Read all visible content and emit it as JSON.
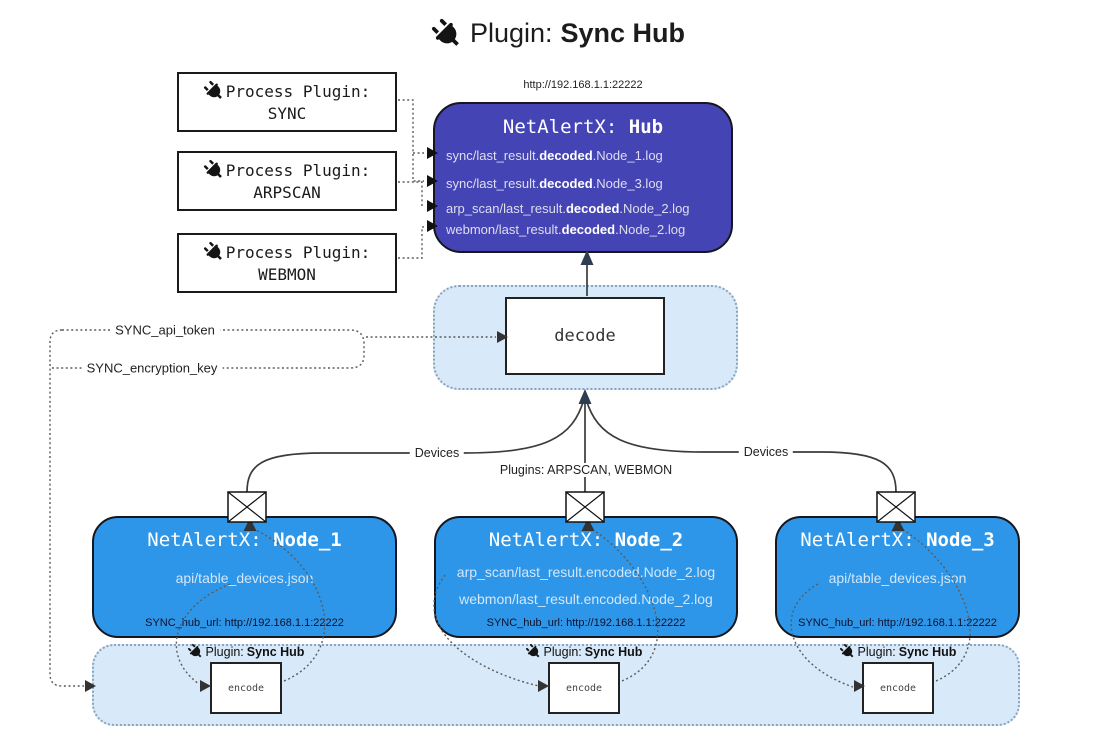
{
  "title": {
    "label": "Plugin:",
    "name": "Sync Hub"
  },
  "hub": {
    "url": "http://192.168.1.1:22222",
    "title": {
      "prefix": "NetAlertX:",
      "name": "Hub"
    },
    "lines": [
      {
        "pre": "sync/last_result.",
        "bold": "decoded",
        "post": ".Node_1.log"
      },
      {
        "pre": "sync/last_result.",
        "bold": "decoded",
        "post": ".Node_3.log"
      },
      {
        "pre": "arp_scan/last_result.",
        "bold": "decoded",
        "post": ".Node_2.log"
      },
      {
        "pre": "webmon/last_result.",
        "bold": "decoded",
        "post": ".Node_2.log"
      }
    ]
  },
  "process_plugins": [
    {
      "label": "Process Plugin:",
      "name": "SYNC"
    },
    {
      "label": "Process Plugin:",
      "name": "ARPSCAN"
    },
    {
      "label": "Process Plugin:",
      "name": "WEBMON"
    }
  ],
  "decode_box": {
    "label": "decode"
  },
  "settings": {
    "api_token": "SYNC_api_token",
    "encryption_key": "SYNC_encryption_key"
  },
  "edge_labels": {
    "devices_left": "Devices",
    "devices_right": "Devices",
    "plugins": "Plugins: ARPSCAN, WEBMON"
  },
  "nodes": [
    {
      "title": {
        "prefix": "NetAlertX:",
        "name": "Node_1"
      },
      "files": [
        "api/table_devices.json"
      ],
      "hub_url": "SYNC_hub_url: http://192.168.1.1:22222"
    },
    {
      "title": {
        "prefix": "NetAlertX:",
        "name": "Node_2"
      },
      "files": [
        "arp_scan/last_result.encoded.Node_2.log",
        "webmon/last_result.encoded.Node_2.log"
      ],
      "hub_url": "SYNC_hub_url: http://192.168.1.1:22222"
    },
    {
      "title": {
        "prefix": "NetAlertX:",
        "name": "Node_3"
      },
      "files": [
        "api/table_devices.json"
      ],
      "hub_url": "SYNC_hub_url: http://192.168.1.1:22222"
    }
  ],
  "encoders": [
    {
      "label": "Plugin:",
      "name": "Sync Hub",
      "box": "encode"
    },
    {
      "label": "Plugin:",
      "name": "Sync Hub",
      "box": "encode"
    },
    {
      "label": "Plugin:",
      "name": "Sync Hub",
      "box": "encode"
    }
  ],
  "colors": {
    "hub_bg": "#4544b5",
    "node_bg": "#2e96e8",
    "zone_bg": "#d8e9f9",
    "line_dark": "#3b3b3b"
  }
}
